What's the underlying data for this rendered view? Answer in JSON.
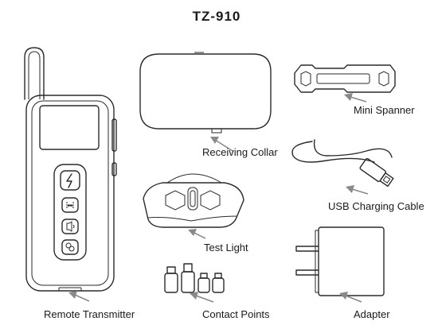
{
  "title": "TZ-910",
  "labels": {
    "remote_transmitter": "Remote Transmitter",
    "receiving_collar": "Receiving Collar",
    "mini_spanner": "Mini Spanner",
    "usb_charging_cable": "USB Charging Cable",
    "test_light": "Test Light",
    "contact_points": "Contact Points",
    "adapter": "Adapter"
  },
  "icons": {
    "transmitter_button_1": "lightning-icon",
    "transmitter_button_2": "vibration-icon",
    "transmitter_button_3": "tone-icon",
    "transmitter_button_4": "mode-icon"
  },
  "colors": {
    "line": "#2a2a2a",
    "arrow": "#8a8a8a",
    "background": "#ffffff"
  }
}
